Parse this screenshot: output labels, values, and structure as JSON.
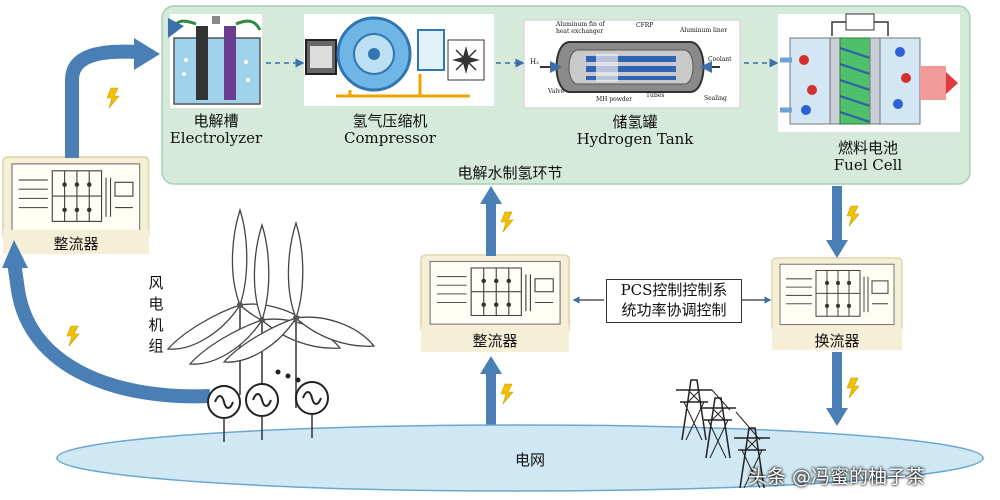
{
  "colors": {
    "panel_bg": "#d6eadb",
    "panel_border": "#a8cfb4",
    "converter_bg": "#f6efd7",
    "grid_fill": "#cfe8f3",
    "arrow_blue": "#4a7fb5",
    "bolt_yellow": "#f2c200"
  },
  "stages": {
    "electrolyzer": {
      "zh": "电解槽",
      "en": "Electrolyzer"
    },
    "compressor": {
      "zh": "氢气压缩机",
      "en": "Compressor"
    },
    "tank": {
      "zh": "储氢罐",
      "en": "Hydrogen Tank",
      "labels": {
        "fin": "Aluminum fin of",
        "fin2": "heat exchanger",
        "cfrp": "CFRP",
        "liner": "Aluminum liner",
        "h2": "H₂",
        "coolant": "Coolant",
        "valve": "Valve",
        "mh": "MH powder",
        "tubes": "Tubes",
        "sealing": "Sealing"
      }
    },
    "fuelcell": {
      "zh": "燃料电池",
      "en": "Fuel Cell"
    }
  },
  "section_title": "电解水制氢环节",
  "converters": {
    "left_rectifier": "整流器",
    "mid_rectifier": "整流器",
    "inverter": "换流器"
  },
  "pcs_label": {
    "line1": "PCS控制控制系",
    "line2": "统功率协调控制"
  },
  "wind_label": [
    "风",
    "电",
    "机",
    "组"
  ],
  "grid_label": "电网",
  "watermark": "头条 @冯蜜的柚子茶"
}
